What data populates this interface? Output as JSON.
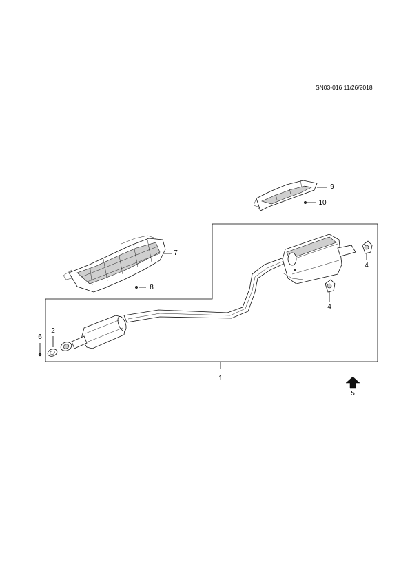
{
  "document": {
    "reference": "SN03-016 11/26/2018"
  },
  "callouts": [
    {
      "id": "1",
      "label": "1",
      "part": "exhaust-system-assembly"
    },
    {
      "id": "2",
      "label": "2",
      "part": "gasket"
    },
    {
      "id": "4a",
      "label": "4",
      "part": "rear-hanger-rubber"
    },
    {
      "id": "4b",
      "label": "4",
      "part": "muffler-hanger-rubber"
    },
    {
      "id": "5",
      "label": "5",
      "part": "front-direction-arrow"
    },
    {
      "id": "6",
      "label": "6",
      "part": "nut"
    },
    {
      "id": "7",
      "label": "7",
      "part": "front-heat-shield"
    },
    {
      "id": "8",
      "label": "8",
      "part": "front-heat-shield-fastener"
    },
    {
      "id": "9",
      "label": "9",
      "part": "rear-heat-shield"
    },
    {
      "id": "10",
      "label": "10",
      "part": "rear-heat-shield-fastener"
    }
  ]
}
